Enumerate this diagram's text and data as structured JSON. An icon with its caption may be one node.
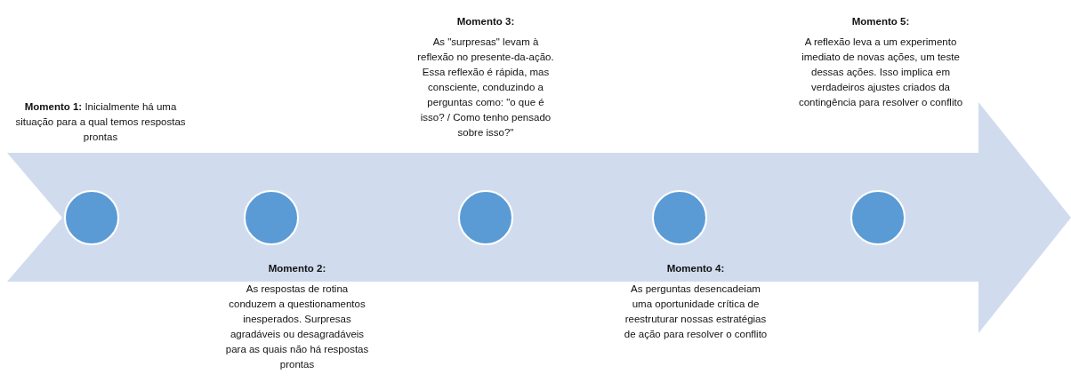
{
  "diagram": {
    "nodes": [
      {
        "text": [],
        "shape": "arrow"
      },
      {
        "text": [],
        "shape": "circle",
        "in": 0
      },
      {
        "text": [],
        "shape": "circle",
        "in": 0,
        "beside": [
          "Momento 2:",
          "As respostas de rotina conduzem a questionamentos inesperados. Surpresas agradáveis ou desagradáveis para as quais não há respostas prontas"
        ]
      },
      {
        "text": [],
        "shape": "circle",
        "in": 0,
        "beside": [
          "Momento 3:",
          "As \"surpresas\" levam à reflexão no presente-da-ação. Essa reflexão é rápida, mas consciente, conduzindo a perguntas como: \"o que é isso? / Como tenho pensado sobre isso?\""
        ]
      },
      {
        "text": [],
        "shape": "circle",
        "in": 0,
        "beside": [
          "Momento 4:",
          "As perguntas desencadeiam uma oportunidade crítica de reestruturar nossas estratégias de ação para resolver o conflito"
        ]
      },
      {
        "text": [],
        "shape": "circle",
        "in": 0,
        "beside": [
          "Momento 5:",
          "A reflexão leva a um experimento imediato  de novas ações, um teste dessas ações. Isso implica em verdadeiros ajustes criados da contingência para resolver o conflito"
        ]
      }
    ],
    "labels": [
      "**Momento 1:** Inicialmente há uma situação para a qual temos respostas prontas"
    ]
  }
}
